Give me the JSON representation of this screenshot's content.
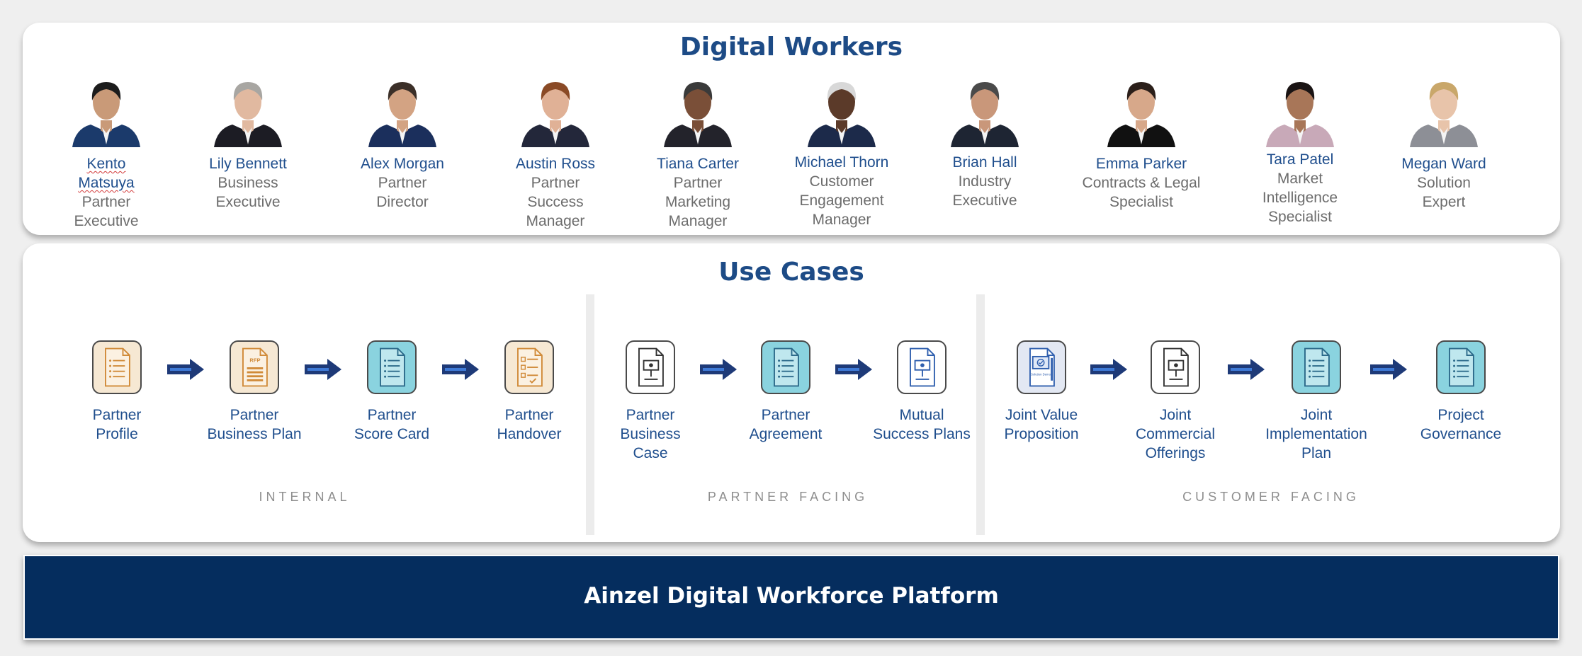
{
  "workers_section": {
    "title": "Digital Workers"
  },
  "workers": [
    {
      "name": "Kento Matsuya",
      "role": "Partner\nExecutive",
      "shirt": "#1b3a6b",
      "skin": "#c99a78",
      "hair": "#1c1c1c"
    },
    {
      "name": "Lily Bennett",
      "role": "Business\nExecutive",
      "shirt": "#1c1c24",
      "skin": "#e1b9a0",
      "hair": "#a8a6a2"
    },
    {
      "name": "Alex Morgan",
      "role": "Partner\nDirector",
      "shirt": "#1b2f5c",
      "skin": "#d3a383",
      "hair": "#3b2f28"
    },
    {
      "name": "Austin Ross",
      "role": "Partner\nSuccess\nManager",
      "shirt": "#23273a",
      "skin": "#e0b196",
      "hair": "#8a4a26"
    },
    {
      "name": "Tiana Carter",
      "role": "Partner\nMarketing\nManager",
      "shirt": "#23232b",
      "skin": "#7a4f38",
      "hair": "#3a3a3a"
    },
    {
      "name": "Michael Thorn",
      "role": "Customer\nEngagement\nManager",
      "shirt": "#1c2a4a",
      "skin": "#5b3a29",
      "hair": "#d8d8d8"
    },
    {
      "name": "Brian Hall",
      "role": "Industry\nExecutive",
      "shirt": "#1e2533",
      "skin": "#c9977a",
      "hair": "#4a4a4a"
    },
    {
      "name": "Emma Parker",
      "role": "Contracts & Legal\nSpecialist",
      "shirt": "#111111",
      "skin": "#d7a88a",
      "hair": "#2b1f1a"
    },
    {
      "name": "Tara Patel",
      "role": "Market\nIntelligence\nSpecialist",
      "shirt": "#c8a9b8",
      "skin": "#a87658",
      "hair": "#1a1414"
    },
    {
      "name": "Megan Ward",
      "role": "Solution\nExpert",
      "shirt": "#8d8f96",
      "skin": "#e8c4aa",
      "hair": "#c9a76a"
    }
  ],
  "usecases_section": {
    "title": "Use Cases"
  },
  "groups": [
    {
      "label": "INTERNAL",
      "items": [
        {
          "label": "Partner\nProfile",
          "icon": "document-list-icon",
          "fill": "#f6e8d3",
          "ink": "#d08a38"
        },
        {
          "label": "Partner\nBusiness Plan",
          "icon": "rfp-document-icon",
          "fill": "#f6e8d3",
          "ink": "#d08a38"
        },
        {
          "label": "Partner\nScore Card",
          "icon": "document-list-icon",
          "fill": "#8ad3df",
          "ink": "#2c6a8a"
        },
        {
          "label": "Partner\nHandover",
          "icon": "checklist-document-icon",
          "fill": "#f6e8d3",
          "ink": "#d08a38"
        }
      ]
    },
    {
      "label": "PARTNER FACING",
      "items": [
        {
          "label": "Partner\nBusiness\nCase",
          "icon": "presentation-document-icon",
          "fill": "#ffffff",
          "ink": "#333333"
        },
        {
          "label": "Partner\nAgreement",
          "icon": "document-list-icon",
          "fill": "#8ad3df",
          "ink": "#2c6a8a"
        },
        {
          "label": "Mutual\nSuccess Plans",
          "icon": "presentation-document-icon",
          "fill": "#ffffff",
          "ink": "#2f5fae"
        }
      ]
    },
    {
      "label": "CUSTOMER FACING",
      "items": [
        {
          "label": "Joint Value\nProposition",
          "icon": "solution-demo-icon",
          "fill": "#e3e8f3",
          "ink": "#2f5fae"
        },
        {
          "label": "Joint\nCommercial\nOfferings",
          "icon": "presentation-document-icon",
          "fill": "#ffffff",
          "ink": "#333333"
        },
        {
          "label": "Joint\nImplementation\nPlan",
          "icon": "document-list-icon",
          "fill": "#8ad3df",
          "ink": "#2c6a8a"
        },
        {
          "label": "Project\nGovernance",
          "icon": "document-list-icon",
          "fill": "#8ad3df",
          "ink": "#2c6a8a"
        }
      ]
    }
  ],
  "icon_text": {
    "rfp": "RFP",
    "demo": "Solution Demo"
  },
  "platform": {
    "title": "Ainzel Digital Workforce Platform"
  },
  "colors": {
    "title_blue": "#1d4b86",
    "arrow_navy": "#1e3a78",
    "arrow_highlight": "#3f7ad6",
    "platform_navy": "#052d5e"
  }
}
